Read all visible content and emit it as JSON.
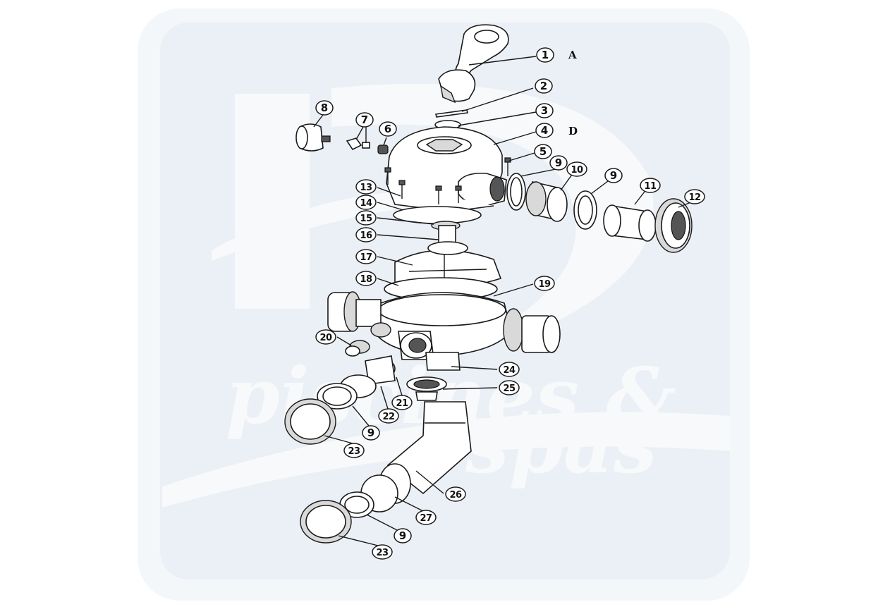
{
  "diagram": {
    "callouts": [
      {
        "id": "c1",
        "text": "1"
      },
      {
        "id": "c2",
        "text": "2"
      },
      {
        "id": "c3",
        "text": "3"
      },
      {
        "id": "c4",
        "text": "4"
      },
      {
        "id": "c5",
        "text": "5"
      },
      {
        "id": "c6",
        "text": "6"
      },
      {
        "id": "c7",
        "text": "7"
      },
      {
        "id": "c8",
        "text": "8"
      },
      {
        "id": "c9a",
        "text": "9"
      },
      {
        "id": "c10",
        "text": "10"
      },
      {
        "id": "c9b",
        "text": "9"
      },
      {
        "id": "c11",
        "text": "11"
      },
      {
        "id": "c12",
        "text": "12"
      },
      {
        "id": "c13",
        "text": "13"
      },
      {
        "id": "c14",
        "text": "14"
      },
      {
        "id": "c15",
        "text": "15"
      },
      {
        "id": "c16",
        "text": "16"
      },
      {
        "id": "c17",
        "text": "17"
      },
      {
        "id": "c18",
        "text": "18"
      },
      {
        "id": "c19",
        "text": "19"
      },
      {
        "id": "c20",
        "text": "20"
      },
      {
        "id": "c21",
        "text": "21"
      },
      {
        "id": "c22",
        "text": "22"
      },
      {
        "id": "c24",
        "text": "24"
      },
      {
        "id": "c25",
        "text": "25"
      },
      {
        "id": "c9c",
        "text": "9"
      },
      {
        "id": "c23a",
        "text": "23"
      },
      {
        "id": "c26",
        "text": "26"
      },
      {
        "id": "c27",
        "text": "27"
      },
      {
        "id": "c9d",
        "text": "9"
      },
      {
        "id": "c23b",
        "text": "23"
      }
    ],
    "side_labels": {
      "a": "A",
      "d": "D"
    }
  },
  "watermark": {
    "line1": "piscines &",
    "line2": "spas",
    "colors": {
      "panel": "#eef3f7",
      "mark": "#f7f9fb"
    }
  }
}
